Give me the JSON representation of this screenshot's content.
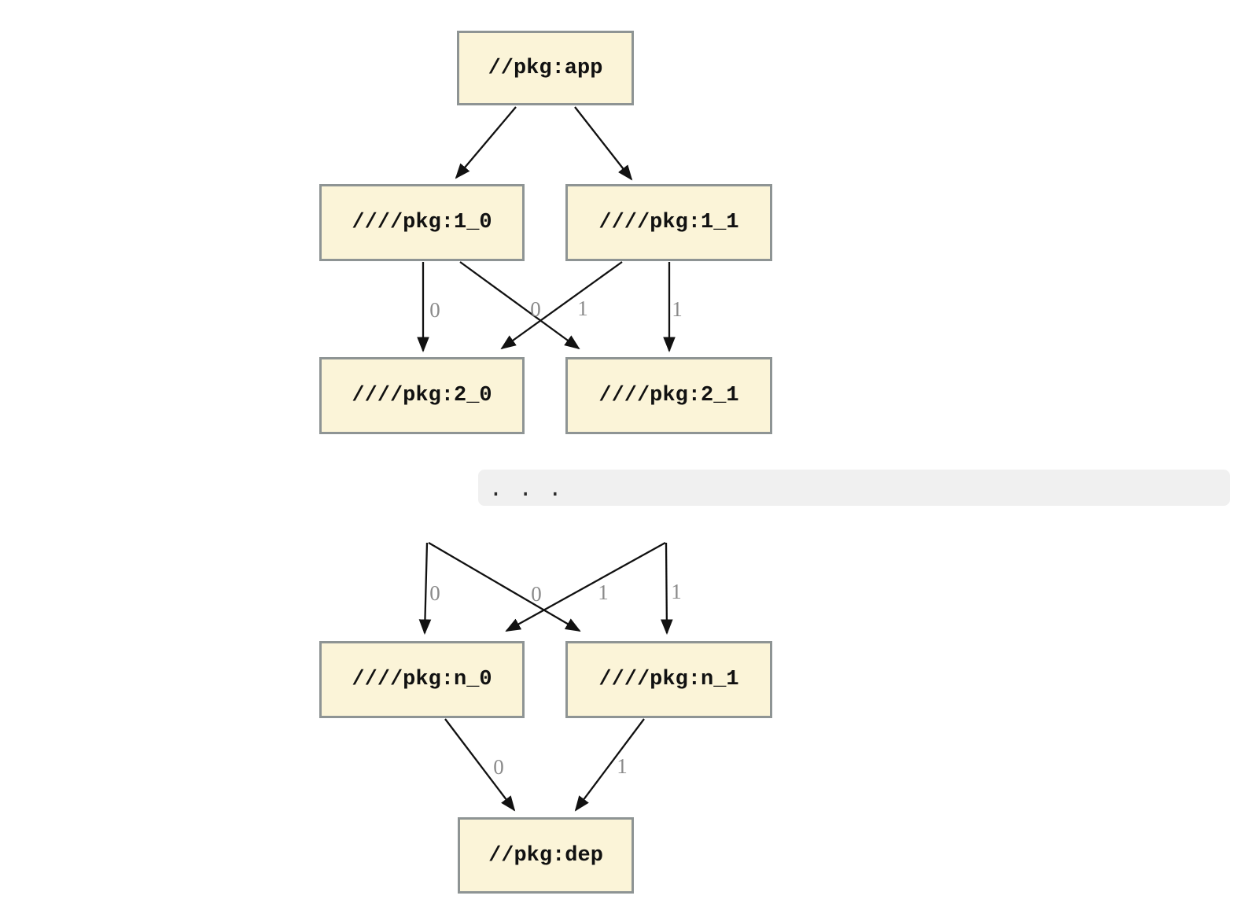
{
  "graph": {
    "type": "dependency-graph",
    "colors": {
      "background": "#ffffff",
      "node_fill": "#fbf4d8",
      "node_border": "#8e9494",
      "edge": "#111111",
      "edge_label": "#8a8a8a",
      "ellipsis_background": "#f0f0f0"
    },
    "nodes": [
      {
        "id": "app",
        "label": "//pkg:app"
      },
      {
        "id": "1_0",
        "label": "////pkg:1_0"
      },
      {
        "id": "1_1",
        "label": "////pkg:1_1"
      },
      {
        "id": "2_0",
        "label": "////pkg:2_0"
      },
      {
        "id": "2_1",
        "label": "////pkg:2_1"
      },
      {
        "id": "n_0",
        "label": "////pkg:n_0"
      },
      {
        "id": "n_1",
        "label": "////pkg:n_1"
      },
      {
        "id": "dep",
        "label": "//pkg:dep"
      }
    ],
    "edges": [
      {
        "from": "app",
        "to": "1_0",
        "label": ""
      },
      {
        "from": "app",
        "to": "1_1",
        "label": ""
      },
      {
        "from": "1_0",
        "to": "2_0",
        "label": "0"
      },
      {
        "from": "1_1",
        "to": "2_0",
        "label": "0"
      },
      {
        "from": "1_0",
        "to": "2_1",
        "label": "1"
      },
      {
        "from": "1_1",
        "to": "2_1",
        "label": "1"
      },
      {
        "from": "...",
        "to": "n_0",
        "label": "0"
      },
      {
        "from": "...",
        "to": "n_0",
        "label": "0"
      },
      {
        "from": "...",
        "to": "n_1",
        "label": "1"
      },
      {
        "from": "...",
        "to": "n_1",
        "label": "1"
      },
      {
        "from": "n_0",
        "to": "dep",
        "label": "0"
      },
      {
        "from": "n_1",
        "to": "dep",
        "label": "1"
      }
    ],
    "ellipsis_text": ". . ."
  }
}
